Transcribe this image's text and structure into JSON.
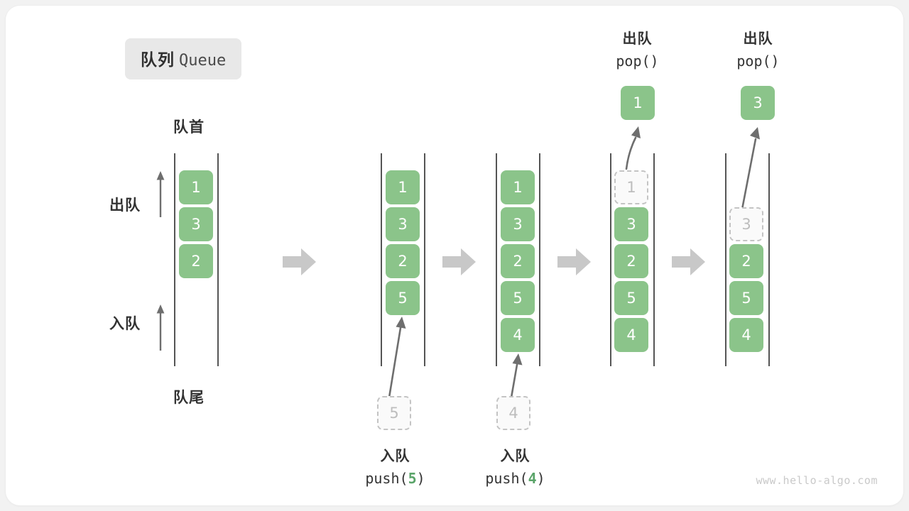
{
  "title": {
    "cn": "队列",
    "en": "Queue"
  },
  "labels": {
    "front": "队首",
    "rear": "队尾",
    "dequeue_arrow": "出队",
    "enqueue_arrow": "入队"
  },
  "captions": {
    "push5": {
      "cn": "入队",
      "code_prefix": "push(",
      "code_num": "5",
      "code_suffix": ")"
    },
    "push4": {
      "cn": "入队",
      "code_prefix": "push(",
      "code_num": "4",
      "code_suffix": ")"
    },
    "pop1": {
      "cn": "出队",
      "code": "pop()"
    },
    "pop2": {
      "cn": "出队",
      "code": "pop()"
    }
  },
  "colors": {
    "cell_green": "#8bc48a",
    "ghost_border": "#c4c4c4",
    "ghost_text": "#bdbdbd",
    "rail": "#555555",
    "arrow_gray": "#c8c8c8",
    "curve_arrow": "#6e6e6e",
    "badge_bg": "#e8e8e8",
    "text_dark": "#333333",
    "watermark": "#c9c9c9"
  },
  "columns": [
    {
      "name": "initial",
      "cells": [
        "1",
        "3",
        "2"
      ],
      "ghosts": []
    },
    {
      "name": "after-push-5",
      "cells": [
        "1",
        "3",
        "2",
        "5"
      ],
      "ghosts": []
    },
    {
      "name": "after-push-4",
      "cells": [
        "1",
        "3",
        "2",
        "5",
        "4"
      ],
      "ghosts": []
    },
    {
      "name": "during-pop-1",
      "cells": [
        "1",
        "3",
        "2",
        "5",
        "4"
      ],
      "ghosts": [
        "1"
      ]
    },
    {
      "name": "during-pop-3",
      "cells": [
        "3",
        "2",
        "5",
        "4"
      ],
      "ghosts": [
        "3"
      ]
    }
  ],
  "popped": {
    "first": "1",
    "second": "3"
  },
  "pushed_ghosts": {
    "first": "5",
    "second": "4"
  },
  "watermark": "www.hello-algo.com"
}
